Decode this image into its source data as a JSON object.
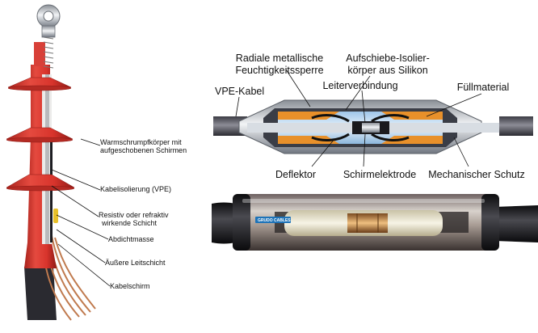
{
  "termination": {
    "labels": [
      "Warmschrumpfkörper mit",
      "aufgeschobenen Schirmen",
      "Kabelisolierung (VPE)",
      "Resistiv oder refraktiv",
      "wirkende Schicht",
      "Abdichtmasse",
      "Äußere Leitschicht",
      "Kabelschirm"
    ]
  },
  "joint": {
    "labels": {
      "radial_line1": "Radiale metallische",
      "radial_line2": "Feuchtigkeitssperre",
      "aufschiebe_line1": "Aufschiebe-Isolier-",
      "aufschiebe_line2": "körper aus Silikon",
      "vpe": "VPE-Kabel",
      "leiter": "Leiterverbindung",
      "fuell": "Füllmaterial",
      "deflektor": "Deflektor",
      "schirm": "Schirmelektrode",
      "mech": "Mechanischer Schutz"
    }
  },
  "photo": {
    "brand": "GRUDO CABLES"
  },
  "colors": {
    "red": "#d8342c",
    "dark_red": "#9b1e19",
    "cable_black": "#2b2b33",
    "copper": "#c8825a",
    "orange": "#e8902a"
  }
}
